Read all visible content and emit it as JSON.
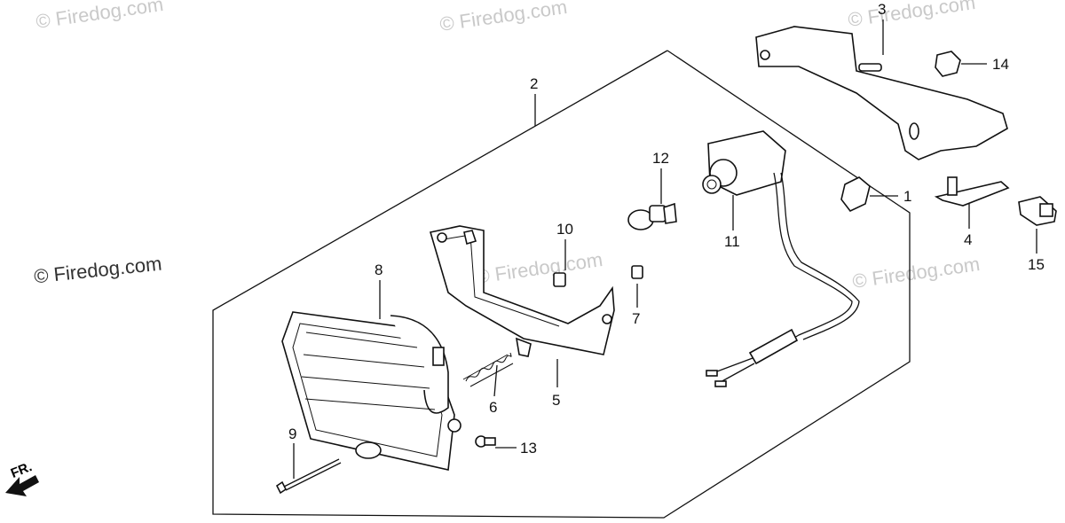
{
  "watermarks": {
    "main": "© Firedog.com",
    "faint": "© Firedog.com"
  },
  "direction_label": "FR.",
  "callouts": [
    {
      "id": "1",
      "label": "1"
    },
    {
      "id": "2",
      "label": "2"
    },
    {
      "id": "3",
      "label": "3"
    },
    {
      "id": "4",
      "label": "4"
    },
    {
      "id": "5",
      "label": "5"
    },
    {
      "id": "6",
      "label": "6"
    },
    {
      "id": "7",
      "label": "7"
    },
    {
      "id": "8",
      "label": "8"
    },
    {
      "id": "9",
      "label": "9"
    },
    {
      "id": "10",
      "label": "10"
    },
    {
      "id": "11",
      "label": "11"
    },
    {
      "id": "12",
      "label": "12"
    },
    {
      "id": "13",
      "label": "13"
    },
    {
      "id": "14",
      "label": "14"
    },
    {
      "id": "15",
      "label": "15"
    }
  ]
}
